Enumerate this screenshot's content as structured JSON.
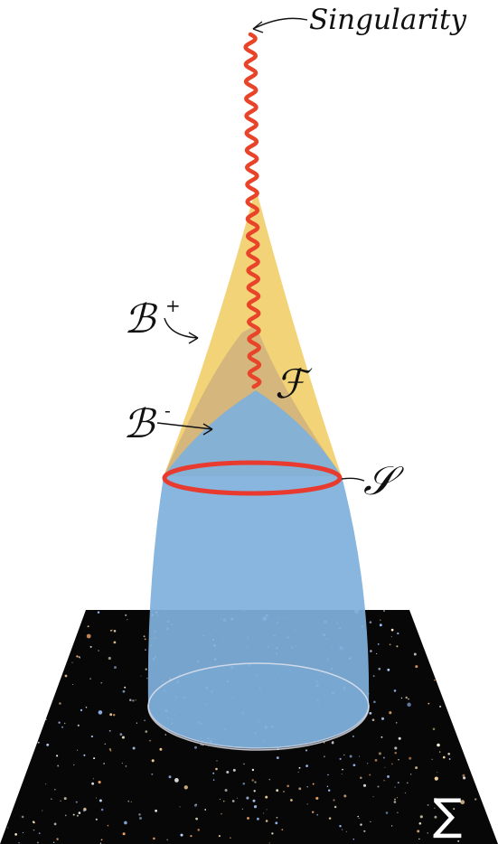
{
  "labels": {
    "singularity": "Singularity",
    "b_plus": "ℬ",
    "b_plus_sup": "+",
    "b_minus": "ℬ",
    "b_minus_sup": "-",
    "f": "ℱ",
    "s": "𝒮",
    "sigma": "∑"
  },
  "colors": {
    "singularity_line": "#e8442a",
    "trapped_region": "#f2cf6b",
    "overlap_region": "#cfb07c",
    "evolution_region": "#7fb0dc",
    "surface_ring": "#e83a2e",
    "initial_slice": "#070707"
  }
}
